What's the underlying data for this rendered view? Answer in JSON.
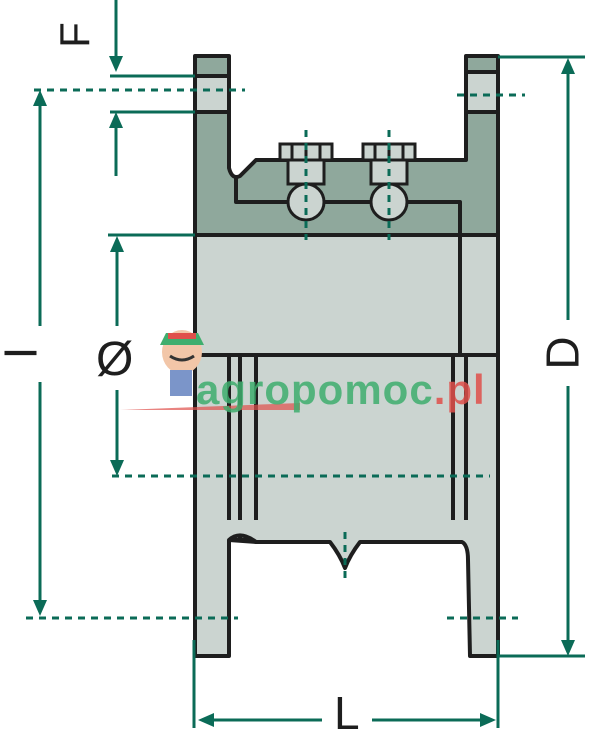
{
  "title": "Flange coupling technical drawing",
  "colors": {
    "dimension": "#0b6b57",
    "outline": "#1e1e1e",
    "body_dark": "#8fa89c",
    "body_light": "#cbd4d0",
    "watermark_green": "#3fae6e",
    "watermark_red": "#e0504b"
  },
  "dimensions": {
    "F": "F",
    "I": "I",
    "diameter": "Ø",
    "D": "D",
    "L": "L"
  },
  "watermark": {
    "main": "agropomoc",
    "dot": ".",
    "suffix": "pl",
    "mascot": "farmer-mascot"
  }
}
